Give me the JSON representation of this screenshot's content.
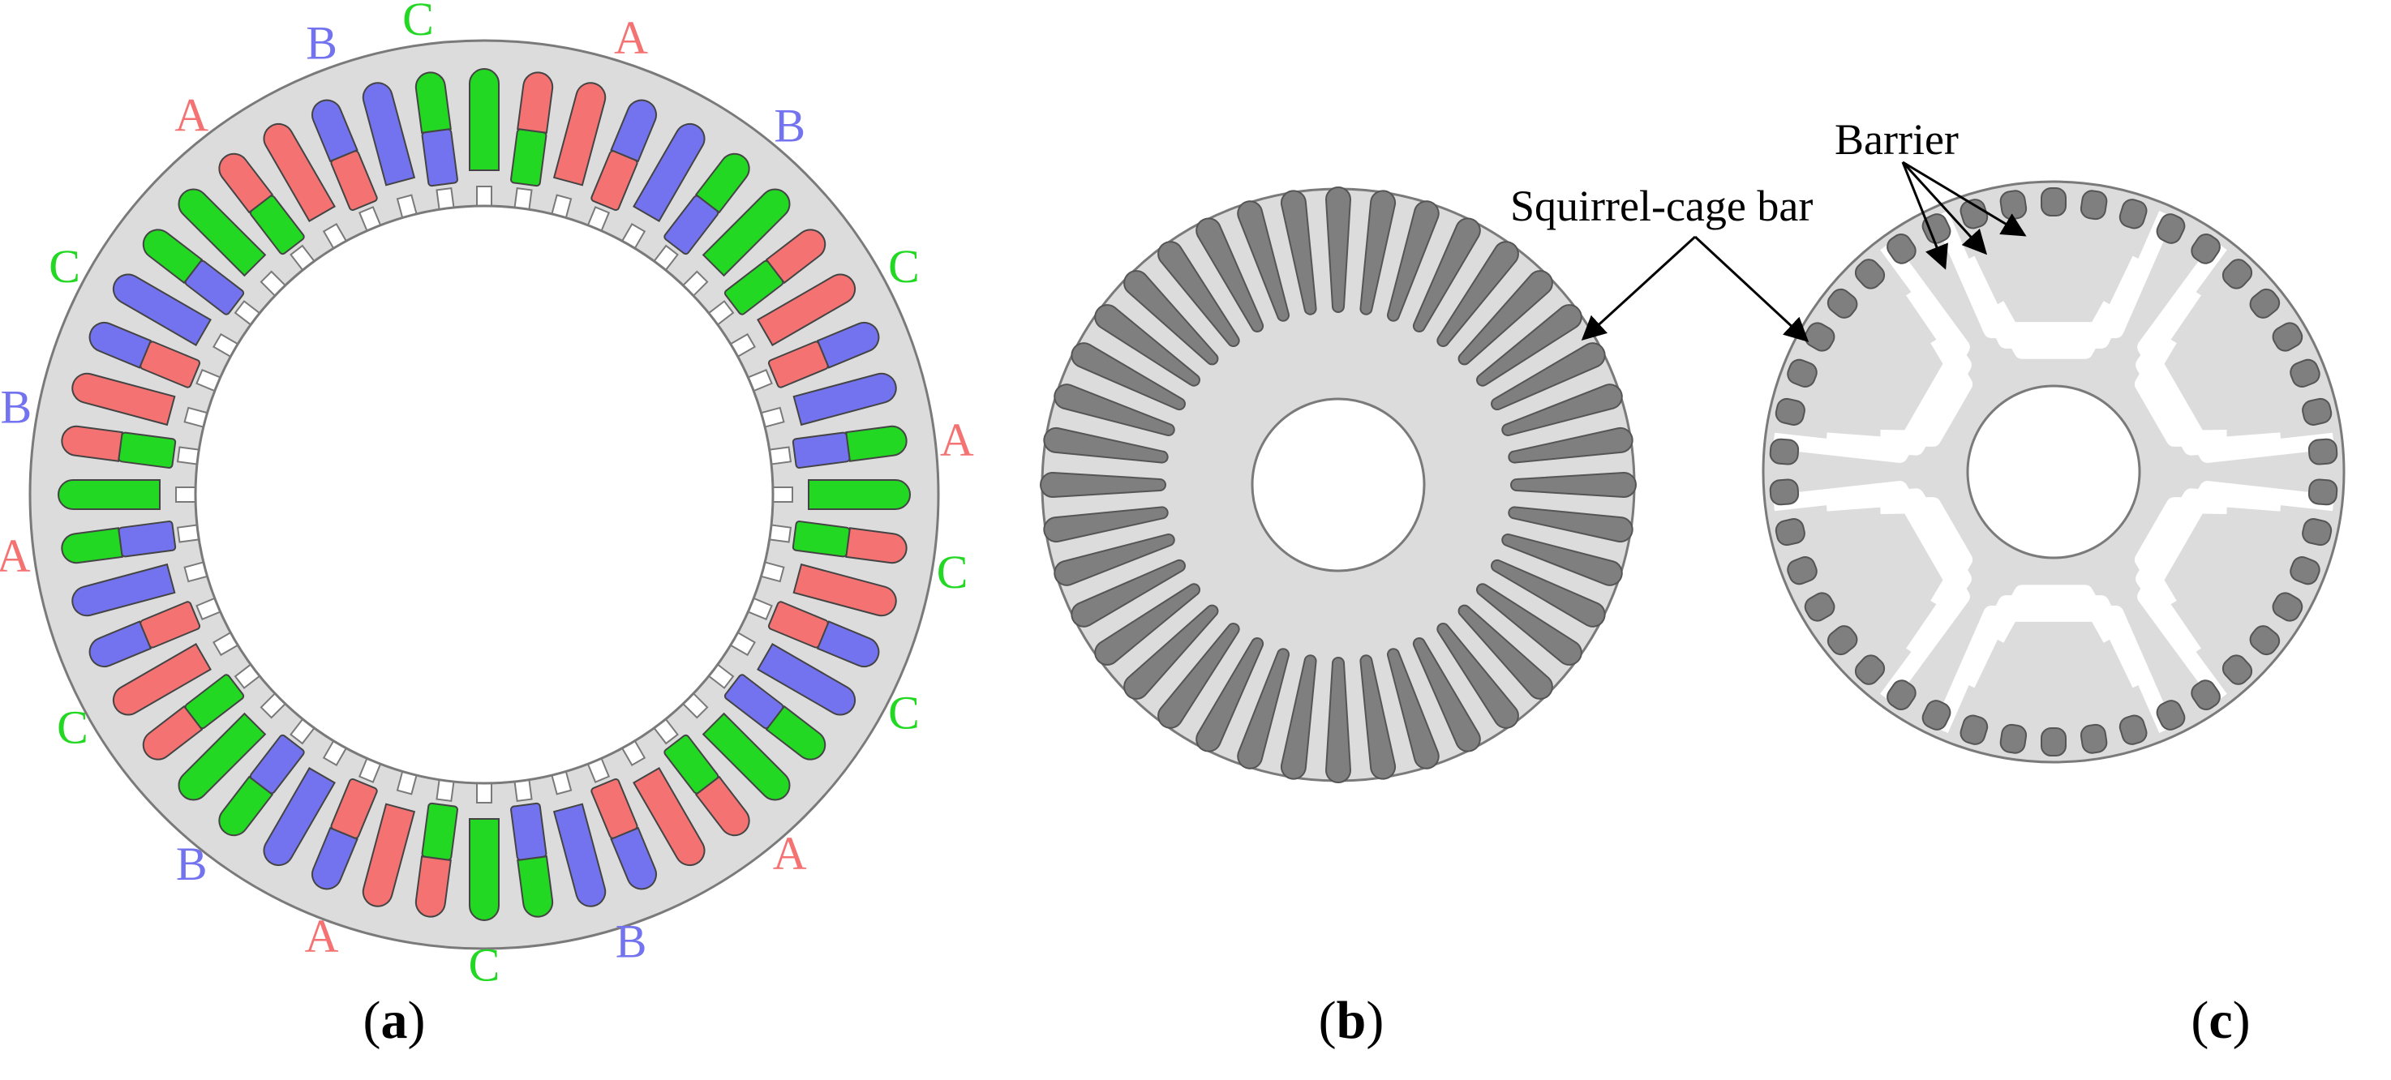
{
  "colors": {
    "core": "#dcdcdc",
    "outline": "#7a7a7a",
    "bar": "#7f7f7f",
    "barrier": "#ffffff",
    "phase_A": "#f47272",
    "phase_B": "#7373f0",
    "phase_C": "#22d822"
  },
  "stator": {
    "slot_count": 48,
    "phase_labels": [
      {
        "text": "C",
        "phase": "C"
      },
      {
        "text": "A",
        "phase": "A"
      },
      {
        "text": "B",
        "phase": "B"
      },
      {
        "text": "C",
        "phase": "C"
      },
      {
        "text": "A",
        "phase": "A"
      },
      {
        "text": "C",
        "phase": "C"
      },
      {
        "text": "C",
        "phase": "C"
      },
      {
        "text": "A",
        "phase": "A"
      },
      {
        "text": "B",
        "phase": "B"
      },
      {
        "text": "C",
        "phase": "C"
      },
      {
        "text": "A",
        "phase": "A"
      },
      {
        "text": "B",
        "phase": "B"
      },
      {
        "text": "C",
        "phase": "C"
      },
      {
        "text": "A",
        "phase": "A"
      },
      {
        "text": "B",
        "phase": "B"
      },
      {
        "text": "C",
        "phase": "C"
      },
      {
        "text": "A",
        "phase": "A"
      },
      {
        "text": "B",
        "phase": "B"
      }
    ]
  },
  "squirrel_cage_rotor": {
    "bar_count": 40,
    "annotation": "Squirrel-cage bar"
  },
  "synrm_rotor": {
    "pole_count": 6,
    "annotation": "Barrier"
  },
  "captions": [
    {
      "open": "(",
      "letter": "a",
      "close": ")"
    },
    {
      "open": "(",
      "letter": "b",
      "close": ")"
    },
    {
      "open": "(",
      "letter": "c",
      "close": ")"
    }
  ]
}
